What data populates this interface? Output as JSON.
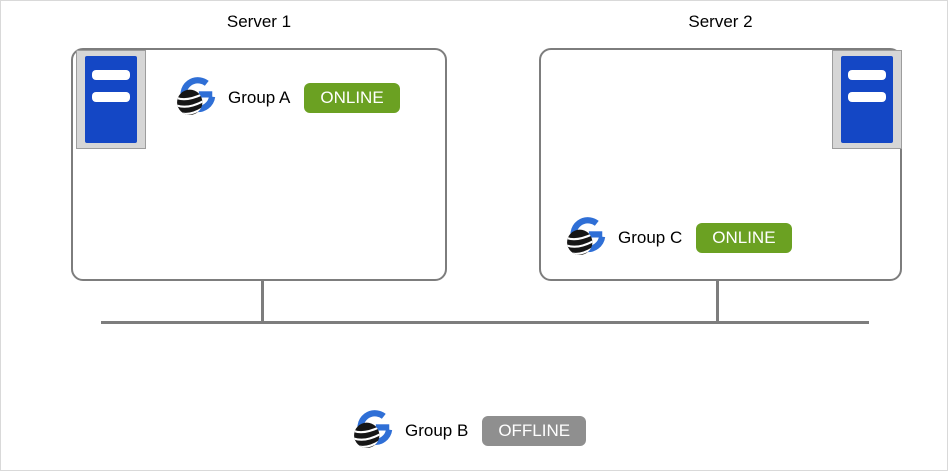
{
  "colors": {
    "online": "#6ba122",
    "offline": "#8f8f8f",
    "accent_blue": "#2f6fd6",
    "server_blue": "#1447c5",
    "line_gray": "#7d7d7d"
  },
  "servers": [
    {
      "label": "Server 1",
      "group": {
        "name": "Group A",
        "status": "ONLINE"
      }
    },
    {
      "label": "Server 2",
      "group": {
        "name": "Group C",
        "status": "ONLINE"
      }
    }
  ],
  "standalone_group": {
    "name": "Group B",
    "status": "OFFLINE"
  },
  "icons": {
    "server": "server-tower-icon",
    "group": "globe-g-logo-icon"
  }
}
